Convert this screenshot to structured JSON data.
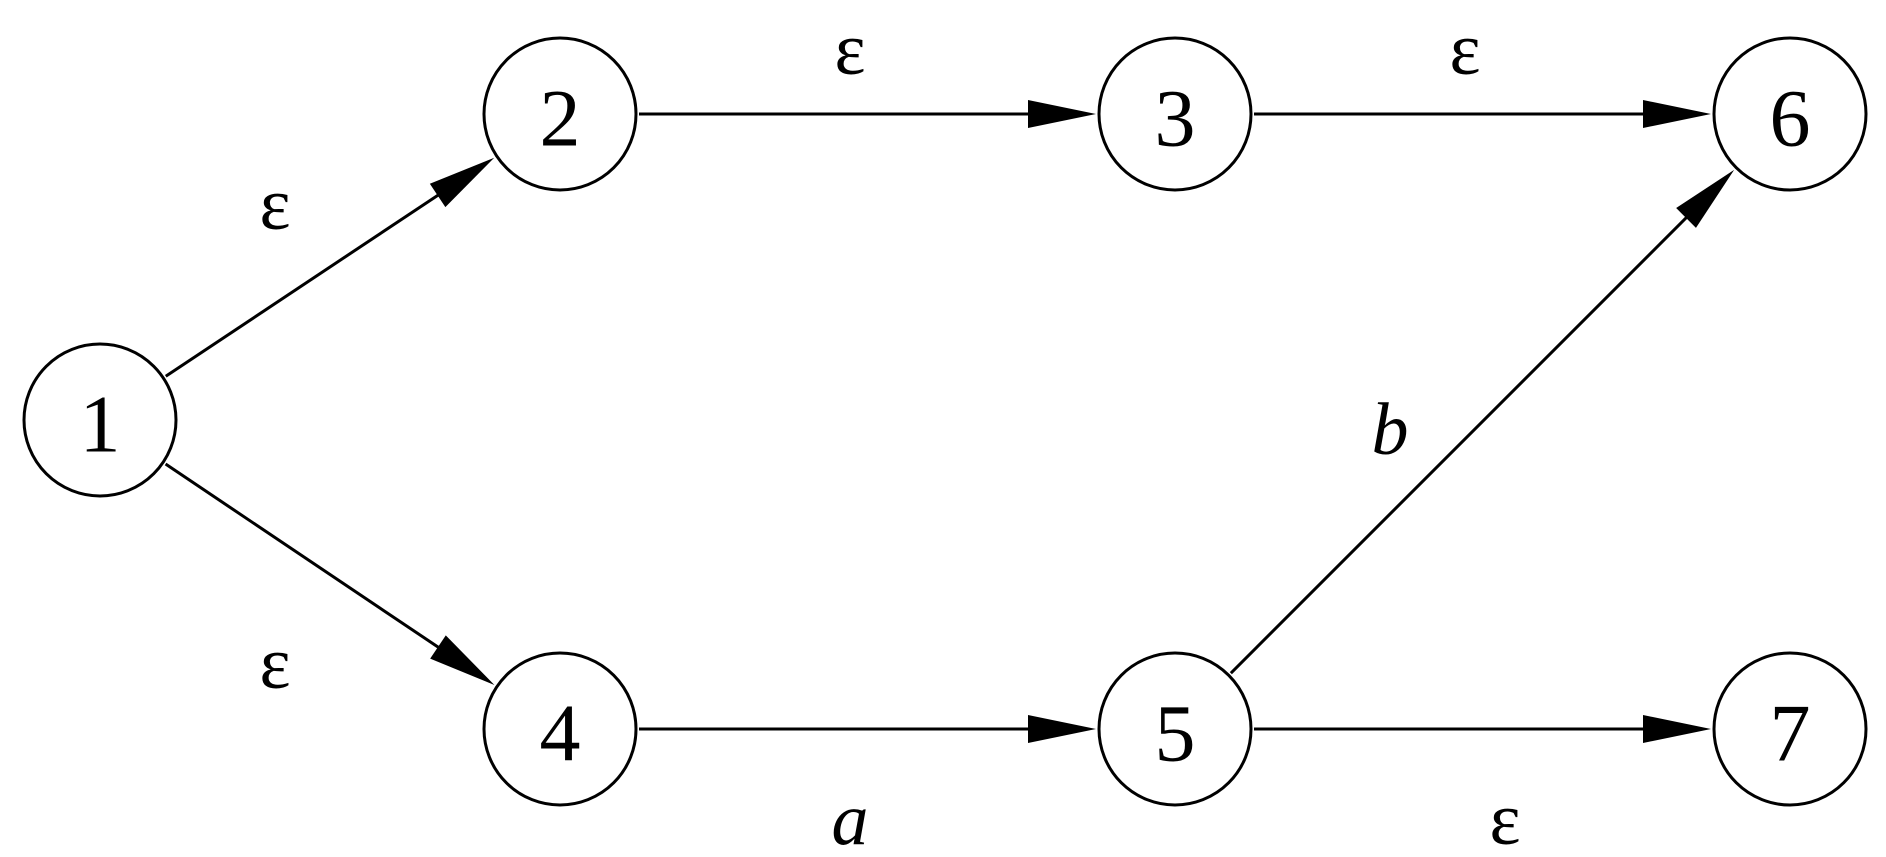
{
  "colors": {
    "stroke": "#000000",
    "background": "#ffffff"
  },
  "states": [
    {
      "id": "1",
      "label": "1"
    },
    {
      "id": "2",
      "label": "2"
    },
    {
      "id": "3",
      "label": "3"
    },
    {
      "id": "4",
      "label": "4"
    },
    {
      "id": "5",
      "label": "5"
    },
    {
      "id": "6",
      "label": "6"
    },
    {
      "id": "7",
      "label": "7"
    }
  ],
  "transitions": [
    {
      "from": "1",
      "to": "2",
      "label": "ε",
      "italic": false
    },
    {
      "from": "1",
      "to": "4",
      "label": "ε",
      "italic": false
    },
    {
      "from": "2",
      "to": "3",
      "label": "ε",
      "italic": false
    },
    {
      "from": "3",
      "to": "6",
      "label": "ε",
      "italic": false
    },
    {
      "from": "4",
      "to": "5",
      "label": "a",
      "italic": true
    },
    {
      "from": "5",
      "to": "6",
      "label": "b",
      "italic": true
    },
    {
      "from": "5",
      "to": "7",
      "label": "ε",
      "italic": false
    }
  ]
}
